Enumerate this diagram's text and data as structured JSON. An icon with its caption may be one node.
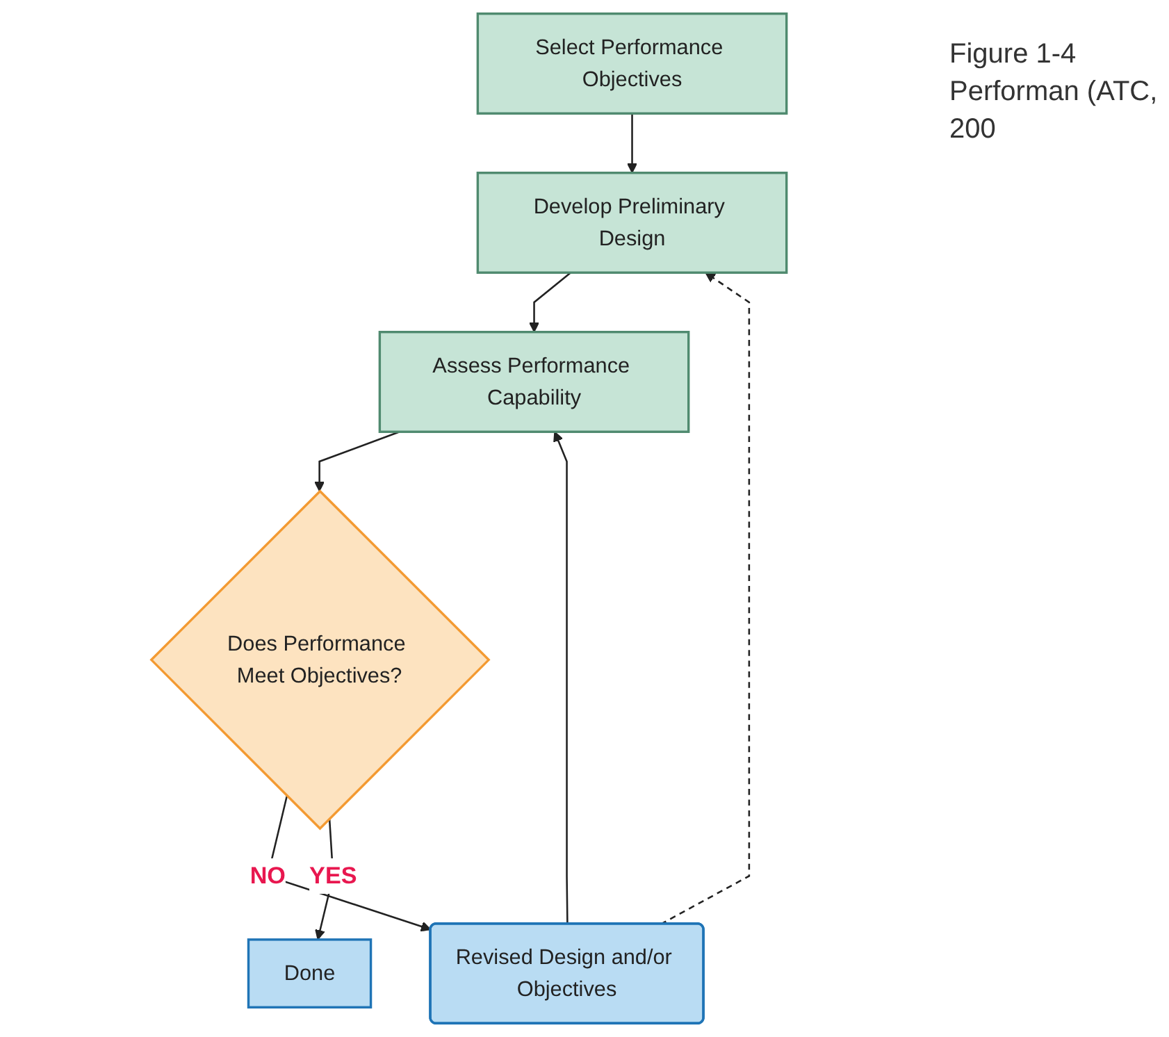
{
  "diagram": {
    "caption": "Figure 1-4 Performan (ATC, 200",
    "nodes": [
      {
        "text": [
          "Select Performance Objectives"
        ]
      },
      {
        "text": [
          "Develop Preliminary Design"
        ]
      },
      {
        "text": [
          "Assess Performance Capability"
        ]
      },
      {
        "text": [
          "Does Performance Meet Objectives?"
        ]
      },
      {
        "text": [
          "Revised Design and/or Objectives"
        ]
      },
      {
        "text": [
          "Done"
        ]
      }
    ],
    "edges": [
      {
        "from": 0,
        "to": 1,
        "arrow": "to"
      },
      {
        "from": 1,
        "to": 2,
        "arrow": "to"
      },
      {
        "from": 2,
        "to": 3,
        "arrow": "to"
      },
      {
        "from": 3,
        "to": 4,
        "arrow": "to",
        "label": "NO"
      },
      {
        "from": 3,
        "to": 5,
        "arrow": "to",
        "label": "YES"
      },
      {
        "from": 4,
        "to": 2,
        "arrow": "to"
      },
      {
        "from": 4,
        "to": 1,
        "arrow": "to",
        "style": "dashed"
      }
    ]
  }
}
